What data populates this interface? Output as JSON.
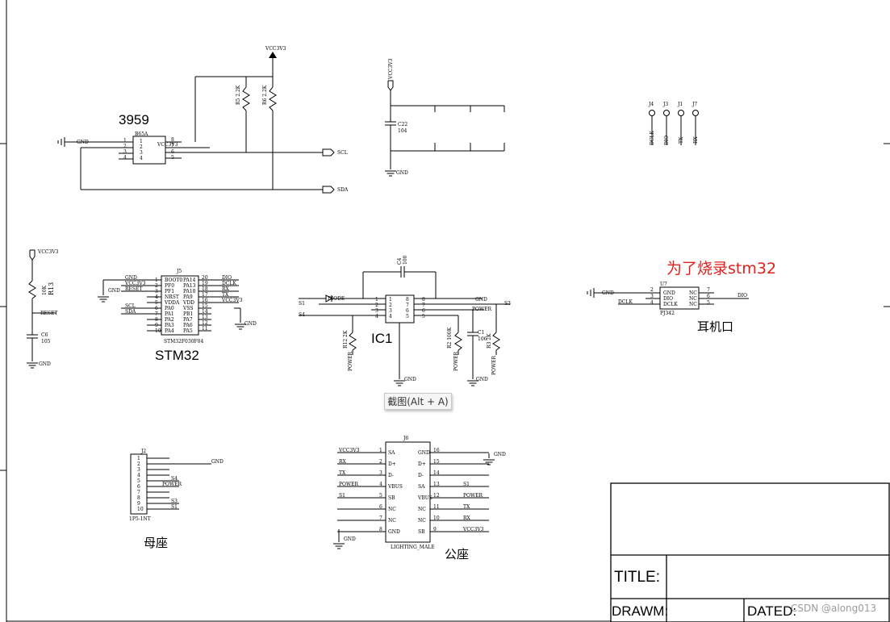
{
  "labels": {
    "chip_3959": "3959",
    "ic1": "IC1",
    "stm32": "STM32",
    "earphone_port": "耳机口",
    "female_socket": "母座",
    "male_socket": "公座",
    "burn_note": "为了烧录stm32"
  },
  "tooltip": "截图(Alt + A)",
  "watermark": "CSDN @along013",
  "title_block": {
    "title": "TITLE:",
    "drawn": "DRAWM:",
    "dated": "DATED:"
  },
  "nets": {
    "vcc": "VCC3V3",
    "gnd": "GND",
    "scl": "SCL",
    "sda": "SDA",
    "reset": "RESET",
    "dio": "DIO",
    "dclk": "DCLK",
    "rx": "RX",
    "tx": "TX",
    "power": "POWER",
    "s1": "S1",
    "s3": "S3",
    "s4": "S4"
  },
  "u3959": {
    "ref": "B65A",
    "value": "VCC3V3",
    "left_pins": [
      "1",
      "2",
      "3",
      "4"
    ],
    "right_pins": [
      "8",
      "7",
      "6",
      "5"
    ]
  },
  "r_top": {
    "r1": "R5 2.2K",
    "r2": "R6 2.2K"
  },
  "c22": {
    "ref": "C22",
    "value": "104"
  },
  "jumpers": [
    {
      "ref": "J4",
      "net": "DCLK"
    },
    {
      "ref": "J3",
      "net": "DIO"
    },
    {
      "ref": "J1",
      "net": "TX"
    },
    {
      "ref": "J7",
      "net": "RX"
    }
  ],
  "reset_rc": {
    "r": "R13",
    "r_val": "10K",
    "c": "C6",
    "c_val": "105"
  },
  "j5": {
    "ref": "J5",
    "part": "STM32F030F04",
    "left": [
      {
        "num": "1",
        "name": "BOOT0"
      },
      {
        "num": "2",
        "name": "PF0"
      },
      {
        "num": "3",
        "name": "PF1"
      },
      {
        "num": "4",
        "name": "NRST"
      },
      {
        "num": "5",
        "name": "VDDA"
      },
      {
        "num": "6",
        "name": "PA0"
      },
      {
        "num": "7",
        "name": "PA1"
      },
      {
        "num": "8",
        "name": "PA2"
      },
      {
        "num": "9",
        "name": "PA3"
      },
      {
        "num": "10",
        "name": "PA4"
      }
    ],
    "right": [
      {
        "num": "20",
        "name": "PA14"
      },
      {
        "num": "19",
        "name": "PA13"
      },
      {
        "num": "18",
        "name": "PA10"
      },
      {
        "num": "17",
        "name": "PA9"
      },
      {
        "num": "16",
        "name": "VDD"
      },
      {
        "num": "15",
        "name": "VSS"
      },
      {
        "num": "14",
        "name": "PB1"
      },
      {
        "num": "13",
        "name": "PA7"
      },
      {
        "num": "12",
        "name": "PA6"
      },
      {
        "num": "11",
        "name": "PA5"
      }
    ],
    "left_nets": [
      "GND",
      "VCC3V3",
      "RESET",
      "",
      "",
      "SCL",
      "SDA",
      "",
      "",
      ""
    ],
    "right_nets": [
      "DIO",
      "DCLK",
      "RX",
      "TX",
      "VCC3V3",
      "",
      "",
      "",
      "",
      ""
    ]
  },
  "ic1": {
    "ref": "IC1",
    "diode": "DIODE",
    "left_pins": [
      "1",
      "2",
      "3",
      "4"
    ],
    "right_pins": [
      "8",
      "7",
      "6",
      "5"
    ],
    "c4": "C4",
    "c4_val": "100",
    "c1": "C1",
    "c1_val": "106",
    "r12": "R12 2K",
    "r2": "R2 100K",
    "r3": "R3 2K"
  },
  "u7": {
    "ref": "U7",
    "part": "PJ342",
    "left": [
      {
        "num": "2",
        "name": "GND"
      },
      {
        "num": "3",
        "name": "DIO"
      },
      {
        "num": "4",
        "name": "DCLK"
      }
    ],
    "right": [
      {
        "num": "7",
        "name": "NC"
      },
      {
        "num": "6",
        "name": "NC"
      },
      {
        "num": "5",
        "name": "NC"
      }
    ]
  },
  "j2": {
    "ref": "J2",
    "part": "1P5-1NT",
    "pins": [
      "1",
      "2",
      "3",
      "4",
      "5",
      "6",
      "7",
      "8",
      "9",
      "10"
    ],
    "nets": [
      "",
      "GND",
      "",
      "",
      "S4",
      "POWER",
      "",
      "",
      "S3",
      "S1"
    ]
  },
  "j6": {
    "ref": "J6",
    "part": "LIGHTING_MALE",
    "left": [
      {
        "num": "1",
        "name": "SA",
        "net": "VCC3V3"
      },
      {
        "num": "2",
        "name": "D+",
        "net": "RX"
      },
      {
        "num": "3",
        "name": "D-",
        "net": "TX"
      },
      {
        "num": "4",
        "name": "VBUS",
        "net": "POWER"
      },
      {
        "num": "5",
        "name": "SB",
        "net": "S1"
      },
      {
        "num": "6",
        "name": "NC",
        "net": ""
      },
      {
        "num": "7",
        "name": "NC",
        "net": ""
      },
      {
        "num": "8",
        "name": "GND",
        "net": "GND"
      }
    ],
    "right": [
      {
        "num": "16",
        "name": "GND",
        "net": "GND"
      },
      {
        "num": "15",
        "name": "D+",
        "net": ""
      },
      {
        "num": "14",
        "name": "D-",
        "net": ""
      },
      {
        "num": "13",
        "name": "SA",
        "net": "S1"
      },
      {
        "num": "12",
        "name": "VBUS",
        "net": "POWER"
      },
      {
        "num": "11",
        "name": "NC",
        "net": "TX"
      },
      {
        "num": "10",
        "name": "NC",
        "net": "RX"
      },
      {
        "num": "9",
        "name": "SB",
        "net": "VCC3V3"
      }
    ]
  }
}
